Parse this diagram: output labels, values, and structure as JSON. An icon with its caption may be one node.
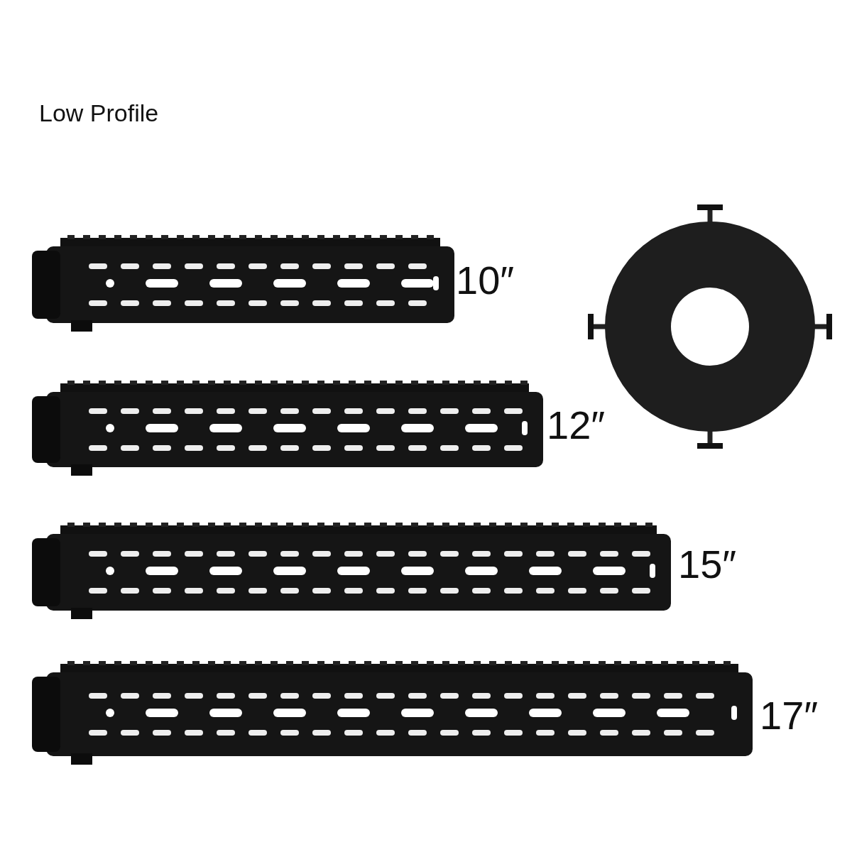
{
  "diagram": {
    "title": "Low Profile",
    "labels": [
      "10″",
      "12″",
      "15″",
      "17″"
    ]
  }
}
